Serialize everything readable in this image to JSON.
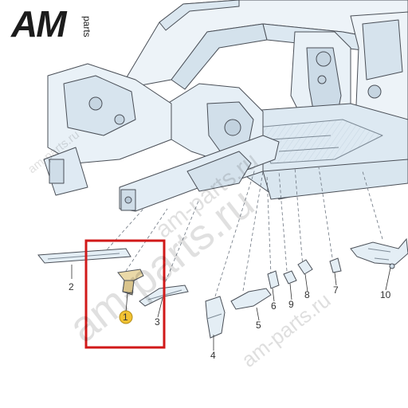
{
  "logo": {
    "main": "AM",
    "sub": "parts"
  },
  "watermarks": [
    "am-parts.ru",
    "am-parts.ru",
    "am-parts.ru",
    "am-parts.ru"
  ],
  "callouts": [
    {
      "id": "p1",
      "label": "1",
      "highlighted": true
    },
    {
      "id": "p2",
      "label": "2"
    },
    {
      "id": "p3",
      "label": "3"
    },
    {
      "id": "p4",
      "label": "4"
    },
    {
      "id": "p5",
      "label": "5"
    },
    {
      "id": "p6",
      "label": "6"
    },
    {
      "id": "p7",
      "label": "7"
    },
    {
      "id": "p8",
      "label": "8"
    },
    {
      "id": "p9",
      "label": "9"
    },
    {
      "id": "p10",
      "label": "10"
    }
  ],
  "colors": {
    "body_fill": "#e4eef5",
    "outline": "#4a4f57",
    "highlight_box": "#d11919",
    "part_fill": "#ead9a8",
    "marker": "#f2c232"
  }
}
